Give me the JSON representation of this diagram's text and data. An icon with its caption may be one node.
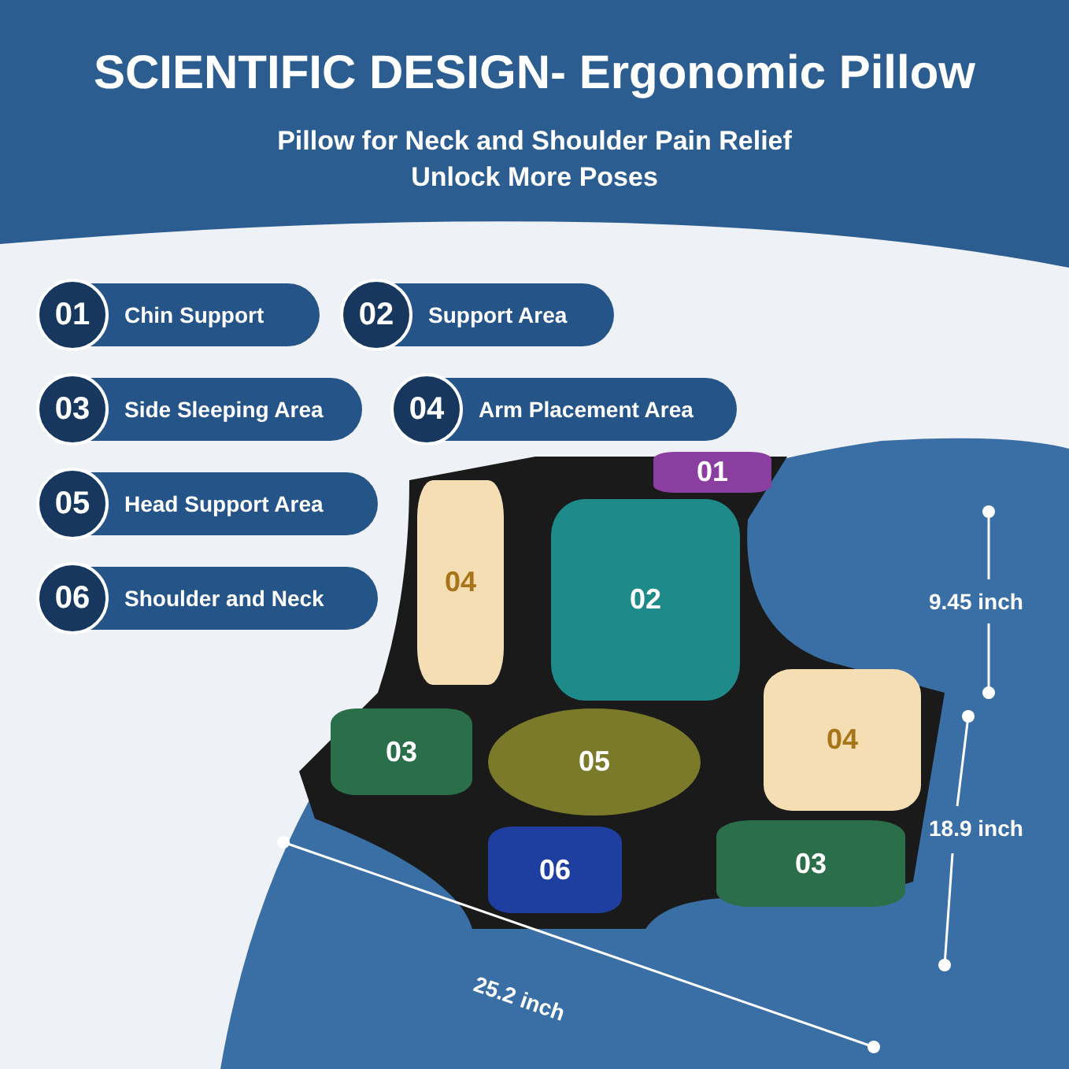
{
  "diagram": {
    "title": "SCIENTIFIC DESIGN- Ergonomic Pillow",
    "nodes": [
      {
        "text": [
          "01",
          "Chin Support"
        ]
      },
      {
        "text": [
          "02",
          "Support Area"
        ]
      },
      {
        "text": [
          "03",
          "Side Sleeping Area"
        ]
      },
      {
        "text": [
          "04",
          "Arm Placement Area"
        ]
      },
      {
        "text": [
          "05",
          "Head Support Area"
        ]
      },
      {
        "text": [
          "06",
          "Shoulder and Neck"
        ]
      },
      {
        "text": [],
        "shape": "picture"
      },
      {
        "text": [
          "01"
        ],
        "in": 6
      },
      {
        "text": [
          "02"
        ],
        "in": 6
      },
      {
        "text": [
          "04"
        ],
        "in": 6
      },
      {
        "text": [
          "04"
        ],
        "in": 6
      },
      {
        "text": [
          "03"
        ],
        "in": 6
      },
      {
        "text": [
          "05"
        ],
        "in": 6
      },
      {
        "text": [
          "03"
        ],
        "in": 6
      },
      {
        "text": [
          "06"
        ],
        "in": 6
      }
    ],
    "labels": [
      "Pillow for Neck and Shoulder Pain Relief",
      "Unlock More Poses",
      "9.45 inch",
      "18.9 inch",
      "25.2 inch"
    ]
  }
}
